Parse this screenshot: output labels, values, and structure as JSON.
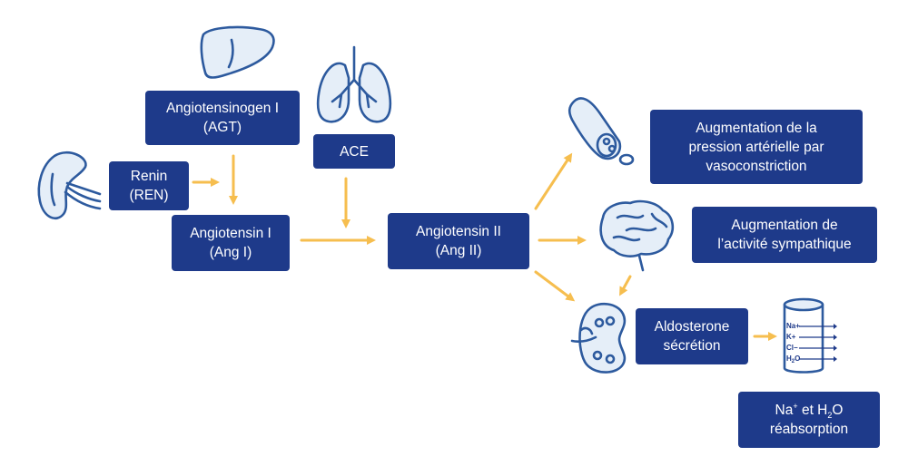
{
  "nodes": {
    "agt": {
      "line1": "Angiotensinogen I",
      "line2": "(AGT)"
    },
    "renin": {
      "line1": "Renin",
      "line2": "(REN)"
    },
    "ace": {
      "line1": "ACE"
    },
    "ang1": {
      "line1": "Angiotensin I",
      "line2": "(Ang I)"
    },
    "ang2": {
      "line1": "Angiotensin II",
      "line2": "(Ang II)"
    },
    "pressure": {
      "line1": "Augmentation de la",
      "line2": "pression artérielle par",
      "line3": "vasoconstriction"
    },
    "sympathetic": {
      "line1": "Augmentation de",
      "line2": "l’activité sympathique"
    },
    "aldosterone": {
      "line1": "Aldosterone",
      "line2": "sécrétion"
    },
    "reabsorption": {
      "na": "Na",
      "na_sup": "+",
      "mid": " et H",
      "h2o_sub": "2",
      "o": "O",
      "line2": "réabsorption"
    }
  },
  "ions": {
    "na": "Na+",
    "k": "K+",
    "cl": "Cl−",
    "h": "H",
    "h_sub": "2",
    "o": "O"
  },
  "colors": {
    "box": "#1e3a8a",
    "arrow": "#f6be4f",
    "organ_stroke": "#2d5a9e"
  },
  "icons": [
    "liver-icon",
    "lungs-icon",
    "adrenal-gland-icon",
    "blood-vessel-icon",
    "brain-icon",
    "kidney-icon",
    "ion-channel-icon"
  ]
}
